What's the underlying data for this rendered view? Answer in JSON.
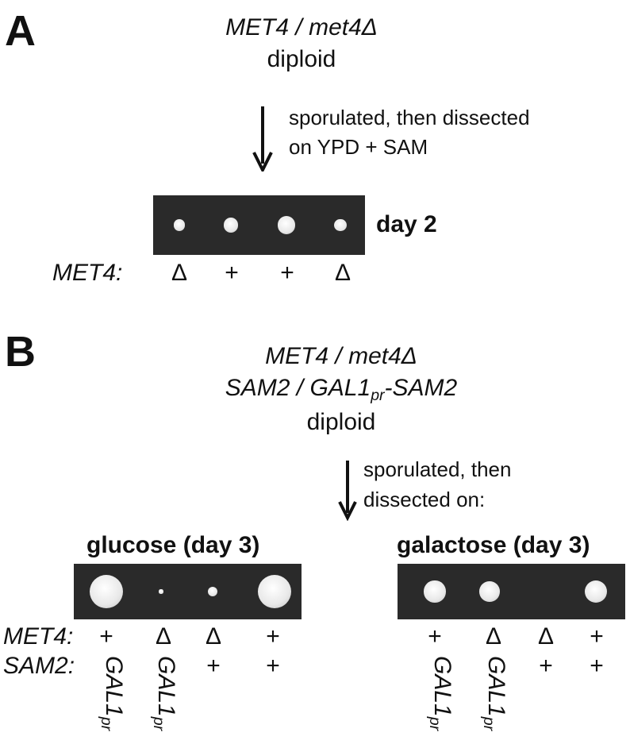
{
  "colors": {
    "plate_bg": "#2a2a2a",
    "colony": "#e8e8e8",
    "text": "#111111",
    "arrow": "#111111"
  },
  "panel_a": {
    "letter": "A",
    "genotype_line1": "MET4 / met4Δ",
    "genotype_line2": "diploid",
    "arrow_note_line1": "sporulated, then dissected",
    "arrow_note_line2": "on YPD + SAM",
    "day_label": "day 2",
    "row_label": "MET4:",
    "met4_genotypes": [
      "Δ",
      "+",
      "+",
      "Δ"
    ],
    "colonies_relative_size": [
      0.55,
      0.7,
      0.85,
      0.6
    ]
  },
  "panel_b": {
    "letter": "B",
    "genotype_line1": "MET4 / met4Δ",
    "genotype_line2_main": "SAM2 / GAL1",
    "genotype_line2_sub": "pr",
    "genotype_line2_tail": "-SAM2",
    "genotype_line3": "diploid",
    "arrow_note_line1": "sporulated, then",
    "arrow_note_line2": "dissected on:",
    "row_label_met4": "MET4:",
    "row_label_sam2": "SAM2:",
    "gal_label_main": "GAL1",
    "gal_label_sub": "pr",
    "glucose": {
      "title": "glucose (day 3)",
      "met4": [
        "+",
        "Δ",
        "Δ",
        "+"
      ],
      "sam2": [
        "GAL1pr",
        "GAL1pr",
        "+",
        "+"
      ],
      "colonies_relative_size": [
        1.0,
        0.12,
        0.3,
        1.0
      ]
    },
    "galactose": {
      "title": "galactose (day 3)",
      "met4": [
        "+",
        "Δ",
        "Δ",
        "+"
      ],
      "sam2": [
        "GAL1pr",
        "GAL1pr",
        "+",
        "+"
      ],
      "colonies_relative_size": [
        0.8,
        0.75,
        0.0,
        0.85
      ]
    }
  }
}
